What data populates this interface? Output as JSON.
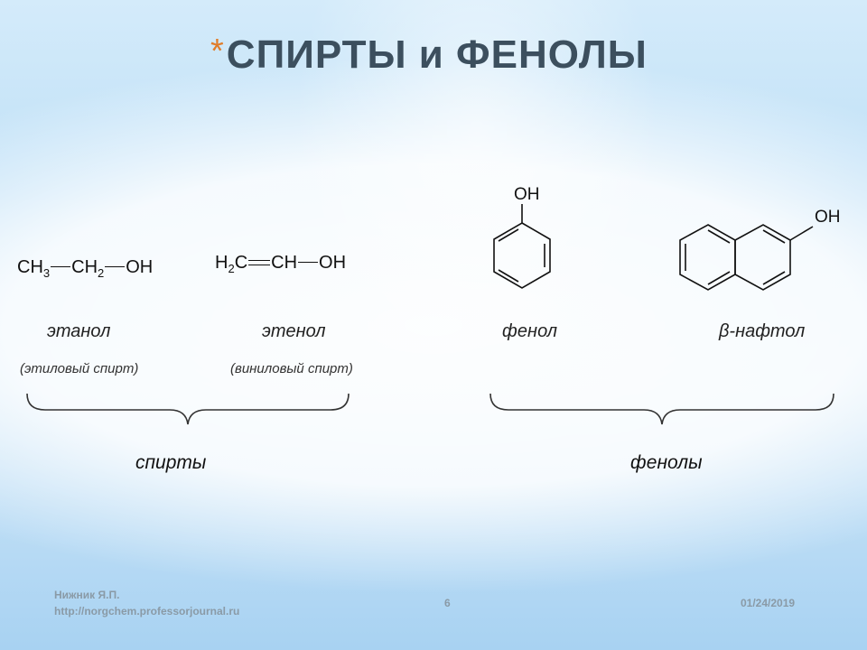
{
  "title": {
    "marker": "*",
    "text": "СПИРТЫ и ФЕНОЛЫ"
  },
  "compounds": [
    {
      "formula_parts": [
        "CH",
        "3",
        "CH",
        "2",
        "OH"
      ],
      "name": "этанол",
      "trivial": "(этиловый спирт)"
    },
    {
      "formula_parts": [
        "H",
        "2",
        "C",
        "CH",
        "OH"
      ],
      "name": "этенол",
      "trivial": "(виниловый спирт)"
    },
    {
      "substituent": "OH",
      "name": "фенол",
      "icon": "benzene-ring-icon"
    },
    {
      "substituent": "OH",
      "name": "β-нафтол",
      "icon": "naphthalene-ring-icon"
    }
  ],
  "groups": {
    "alcohols": "спирты",
    "phenols": "фенолы"
  },
  "footer": {
    "author": "Нижник Я.П.",
    "url": "http://norgchem.professorjournal.ru",
    "page": "6",
    "date": "01/24/2019"
  },
  "colors": {
    "marker": "#e07d2b",
    "title": "#3c4f5e",
    "footer": "#8a9aa6"
  }
}
